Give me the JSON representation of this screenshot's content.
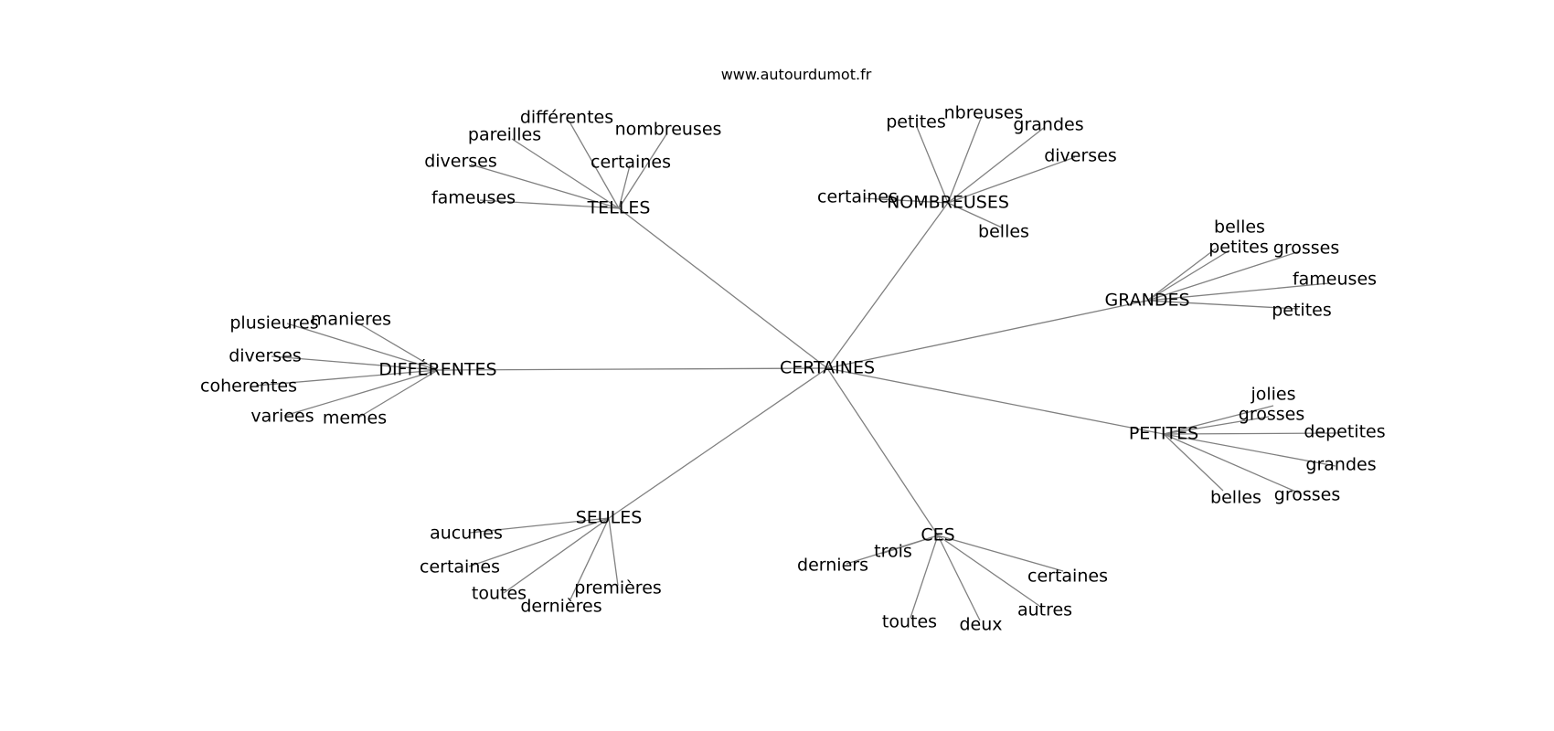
{
  "header": {
    "site_url": "www.autourdumot.fr"
  },
  "graph": {
    "center": "CERTAINES",
    "clusters": [
      {
        "id": "telles",
        "label": "TELLES",
        "words": [
          "différentes",
          "pareilles",
          "nombreuses",
          "certaines",
          "diverses",
          "fameuses"
        ]
      },
      {
        "id": "nombreuses",
        "label": "NOMBREUSES",
        "words": [
          "petites",
          "nbreuses",
          "grandes",
          "diverses",
          "certaines",
          "belles"
        ]
      },
      {
        "id": "grandes",
        "label": "GRANDES",
        "words": [
          "belles",
          "petites",
          "grosses",
          "fameuses",
          "petites"
        ]
      },
      {
        "id": "differentes",
        "label": "DIFFÉRENTES",
        "words": [
          "plusieures",
          "manieres",
          "diverses",
          "coherentes",
          "variees",
          "memes"
        ]
      },
      {
        "id": "petites",
        "label": "PETITES",
        "words": [
          "jolies",
          "grosses",
          "depetites",
          "grandes",
          "belles",
          "grosses"
        ]
      },
      {
        "id": "seules",
        "label": "SEULES",
        "words": [
          "aucunes",
          "certaines",
          "toutes",
          "premières",
          "dernières"
        ]
      },
      {
        "id": "ces",
        "label": "CES",
        "words": [
          "trois",
          "derniers",
          "certaines",
          "autres",
          "toutes",
          "deux"
        ]
      }
    ]
  }
}
